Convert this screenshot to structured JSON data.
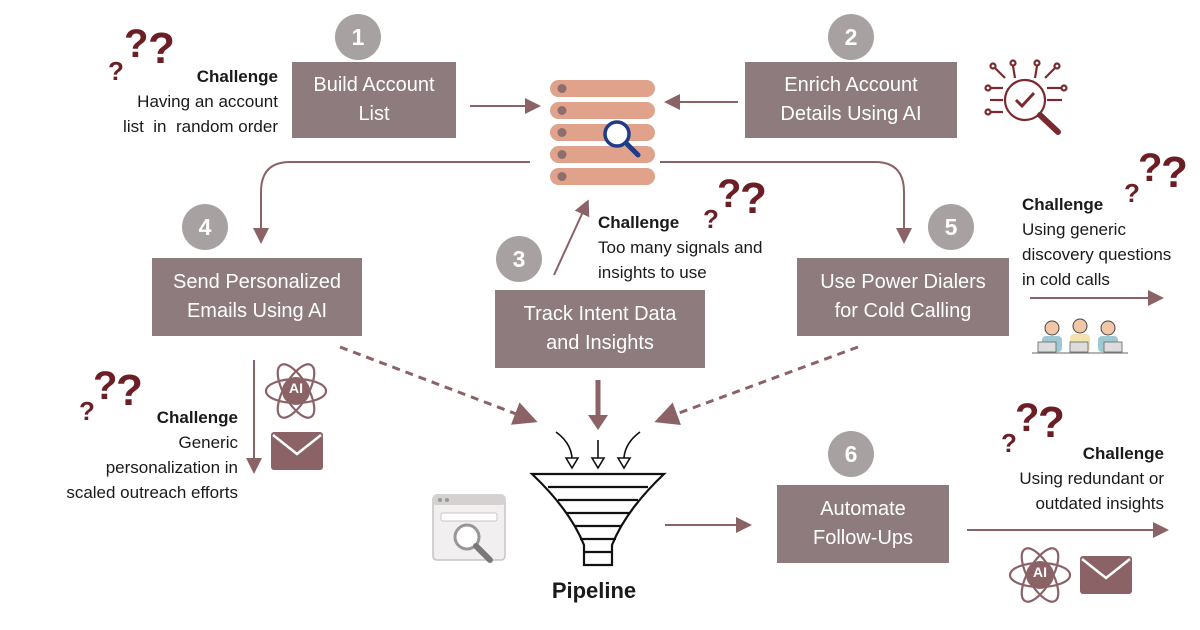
{
  "steps": [
    {
      "number": "1",
      "label": "Build Account List"
    },
    {
      "number": "2",
      "label": "Enrich Account Details Using AI"
    },
    {
      "number": "3",
      "label": "Track Intent Data and Insights"
    },
    {
      "number": "4",
      "label": "Send Personalized Emails Using AI"
    },
    {
      "number": "5",
      "label": "Use Power Dialers for Cold Calling"
    },
    {
      "number": "6",
      "label": "Automate Follow-Ups"
    }
  ],
  "challenges": [
    {
      "title": "Challenge",
      "line1": "Having an account",
      "line2": "list  in  random order"
    },
    {
      "title": "Challenge",
      "line1": "Too many signals and",
      "line2": "insights to use"
    },
    {
      "title": "Challenge",
      "line1": "Generic",
      "line2": "personalization in",
      "line3": "scaled outreach efforts"
    },
    {
      "title": "Challenge",
      "line1": "Using generic",
      "line2": "discovery questions",
      "line3": "in cold calls"
    },
    {
      "title": "Challenge",
      "line1": "Using redundant or",
      "line2": "outdated insights"
    }
  ],
  "pipeline_label": "Pipeline",
  "ai_badge": "AI",
  "colors": {
    "box": "#8d7b7d",
    "number_circle": "#a8a1a1",
    "arrow": "#8b6266",
    "question_mark": "#6b1f24",
    "db_row": "#e0a28a",
    "db_dot": "#8d6e6c"
  }
}
